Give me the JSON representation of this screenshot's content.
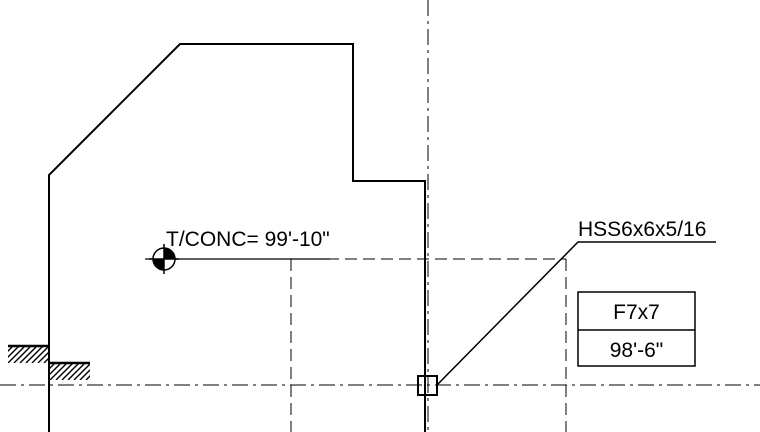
{
  "annotations": {
    "elevation_label": "T/CONC= 99'-10\"",
    "column_label": "HSS6x6x5/16",
    "footing_type": "F7x7",
    "footing_elevation": "98'-6\""
  },
  "colors": {
    "line": "#000000",
    "background": "#ffffff"
  },
  "icons": {
    "elevation_marker": "elevation-target-icon",
    "column": "hss-column-square-icon",
    "earth_hatch": "earth-hatch-icon"
  }
}
